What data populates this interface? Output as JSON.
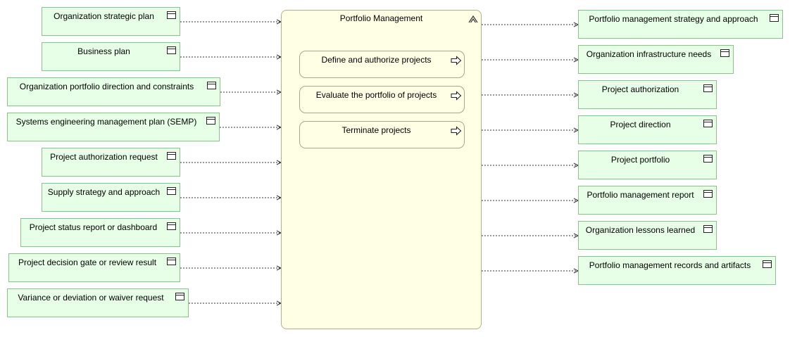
{
  "process": {
    "title": "Portfolio Management",
    "activities": [
      {
        "label": "Define and authorize projects"
      },
      {
        "label": "Evaluate the portfolio of projects"
      },
      {
        "label": "Terminate projects"
      }
    ]
  },
  "inputs": [
    {
      "label": "Organization strategic plan"
    },
    {
      "label": "Business plan"
    },
    {
      "label": "Organization portfolio direction and constraints"
    },
    {
      "label": "Systems engineering management plan (SEMP)"
    },
    {
      "label": "Project authorization request"
    },
    {
      "label": "Supply strategy and approach"
    },
    {
      "label": "Project status report or dashboard"
    },
    {
      "label": "Project decision gate or review result"
    },
    {
      "label": "Variance or deviation or waiver request"
    }
  ],
  "outputs": [
    {
      "label": "Portfolio management strategy and approach"
    },
    {
      "label": "Organization infrastructure needs"
    },
    {
      "label": "Project authorization"
    },
    {
      "label": "Project direction"
    },
    {
      "label": "Project portfolio"
    },
    {
      "label": "Portfolio management report"
    },
    {
      "label": "Organization lessons learned"
    },
    {
      "label": "Portfolio management records and artifacts"
    }
  ],
  "colors": {
    "object_fill": "#e6ffe6",
    "object_border": "#8fbf8f",
    "process_fill": "#ffffe5",
    "process_border": "#b0b090"
  },
  "icons": {
    "object": "object-node-icon",
    "activity": "call-behavior-arrow-icon",
    "collapse": "collapse-chevron-icon"
  }
}
